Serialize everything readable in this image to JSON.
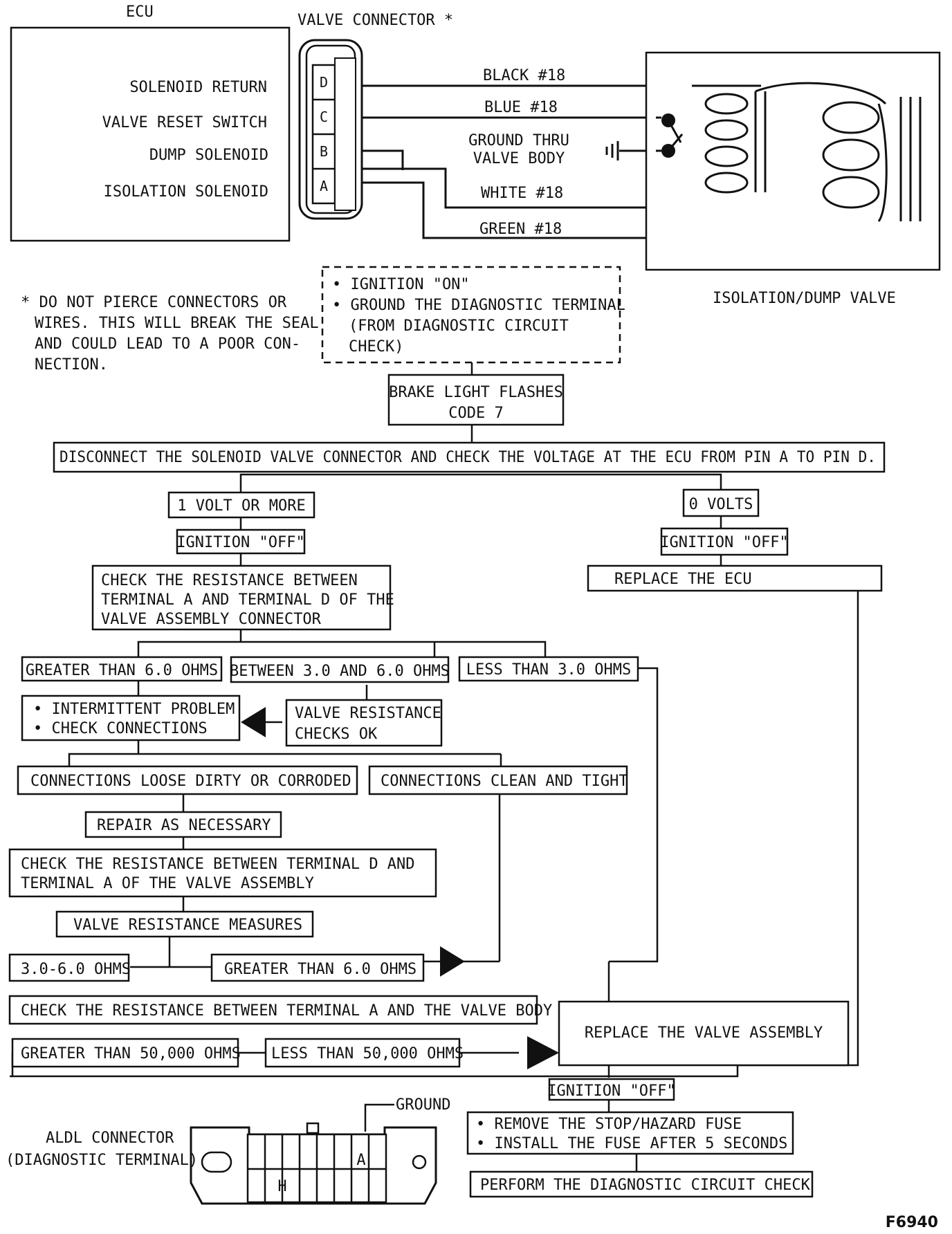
{
  "labels": {
    "ecu": "ECU",
    "valve_connector": "VALVE CONNECTOR *",
    "isolation_dump_valve": "ISOLATION/DUMP VALVE",
    "figure_id": "F6940"
  },
  "ecu_pins": {
    "solenoid_return": "SOLENOID RETURN",
    "valve_reset_switch": "VALVE RESET SWITCH",
    "dump_solenoid": "DUMP SOLENOID",
    "isolation_solenoid": "ISOLATION SOLENOID"
  },
  "connector_pins": [
    "D",
    "C",
    "B",
    "A"
  ],
  "wires": {
    "black": "BLACK #18",
    "blue": "BLUE #18",
    "ground_line1": "GROUND THRU",
    "ground_line2": "VALVE BODY",
    "white": "WHITE #18",
    "green": "GREEN #18"
  },
  "footnote": {
    "line1": "* DO  NOT  PIERCE  CONNECTORS  OR",
    "line2": "WIRES. THIS WILL BREAK THE SEAL",
    "line3": "AND COULD LEAD TO A POOR CON-",
    "line4": "NECTION."
  },
  "flow": {
    "start_1": "• IGNITION \"ON\"",
    "start_2": "• GROUND THE DIAGNOSTIC TERMINAL",
    "start_3": "(FROM  DIAGNOSTIC  CIRCUIT",
    "start_4": "CHECK)",
    "brake_1": "BRAKE LIGHT FLASHES",
    "brake_2": "CODE 7",
    "disconnect": "DISCONNECT  THE  SOLENOID  VALVE  CONNECTOR AND CHECK THE VOLTAGE AT THE ECU FROM PIN A TO PIN D.",
    "one_volt": "1 VOLT OR MORE",
    "zero_volts": "0 VOLTS",
    "ign_off_left": "IGNITION \"OFF\"",
    "ign_off_right": "IGNITION \"OFF\"",
    "replace_ecu": "REPLACE THE ECU",
    "check_res_1": "CHECK  THE  RESISTANCE  BETWEEN",
    "check_res_2": "TERMINAL A AND TERMINAL D OF THE",
    "check_res_3": "VALVE ASSEMBLY CONNECTOR",
    "greater_6": "GREATER THAN 6.0 OHMS",
    "between_3_6": "BETWEEN 3.0 AND 6.0 OHMS",
    "less_3": "LESS THAN 3.0 OHMS",
    "intermittent_1": "• INTERMITTENT PROBLEM",
    "intermittent_2": "• CHECK CONNECTIONS",
    "valve_ok_1": "VALVE RESISTANCE",
    "valve_ok_2": "CHECKS OK",
    "conn_loose": "CONNECTIONS LOOSE  DIRTY OR CORRODED",
    "conn_clean": "CONNECTIONS CLEAN AND TIGHT",
    "repair": "REPAIR AS NECESSARY",
    "check_da_1": "CHECK  THE  RESISTANCE  BETWEEN  TERMINAL  D  AND",
    "check_da_2": "TERMINAL A OF THE VALVE ASSEMBLY",
    "valve_measures": "VALVE RESISTANCE MEASURES",
    "ohms_3_6": "3.0-6.0 OHMS",
    "greater_6_b": "GREATER THAN 6.0 OHMS",
    "check_body": "CHECK THE RESISTANCE BETWEEN TERMINAL A AND THE VALVE BODY",
    "greater_50k": "GREATER THAN  50,000 OHMS",
    "less_50k": "LESS THAN 50,000 OHMS",
    "replace_valve": "REPLACE THE VALVE ASSEMBLY",
    "ign_off_bottom": "IGNITION \"OFF\"",
    "fuse_1": "• REMOVE  THE  STOP/HAZARD  FUSE",
    "fuse_2": "• INSTALL  THE  FUSE  AFTER  5  SECONDS",
    "perform": "PERFORM  THE  DIAGNOSTIC  CIRCUIT  CHECK"
  },
  "aldl": {
    "label_1": "ALDL CONNECTOR",
    "label_2": "(DIAGNOSTIC TERMINAL)",
    "ground": "GROUND",
    "pin_a": "A",
    "pin_h": "H"
  }
}
